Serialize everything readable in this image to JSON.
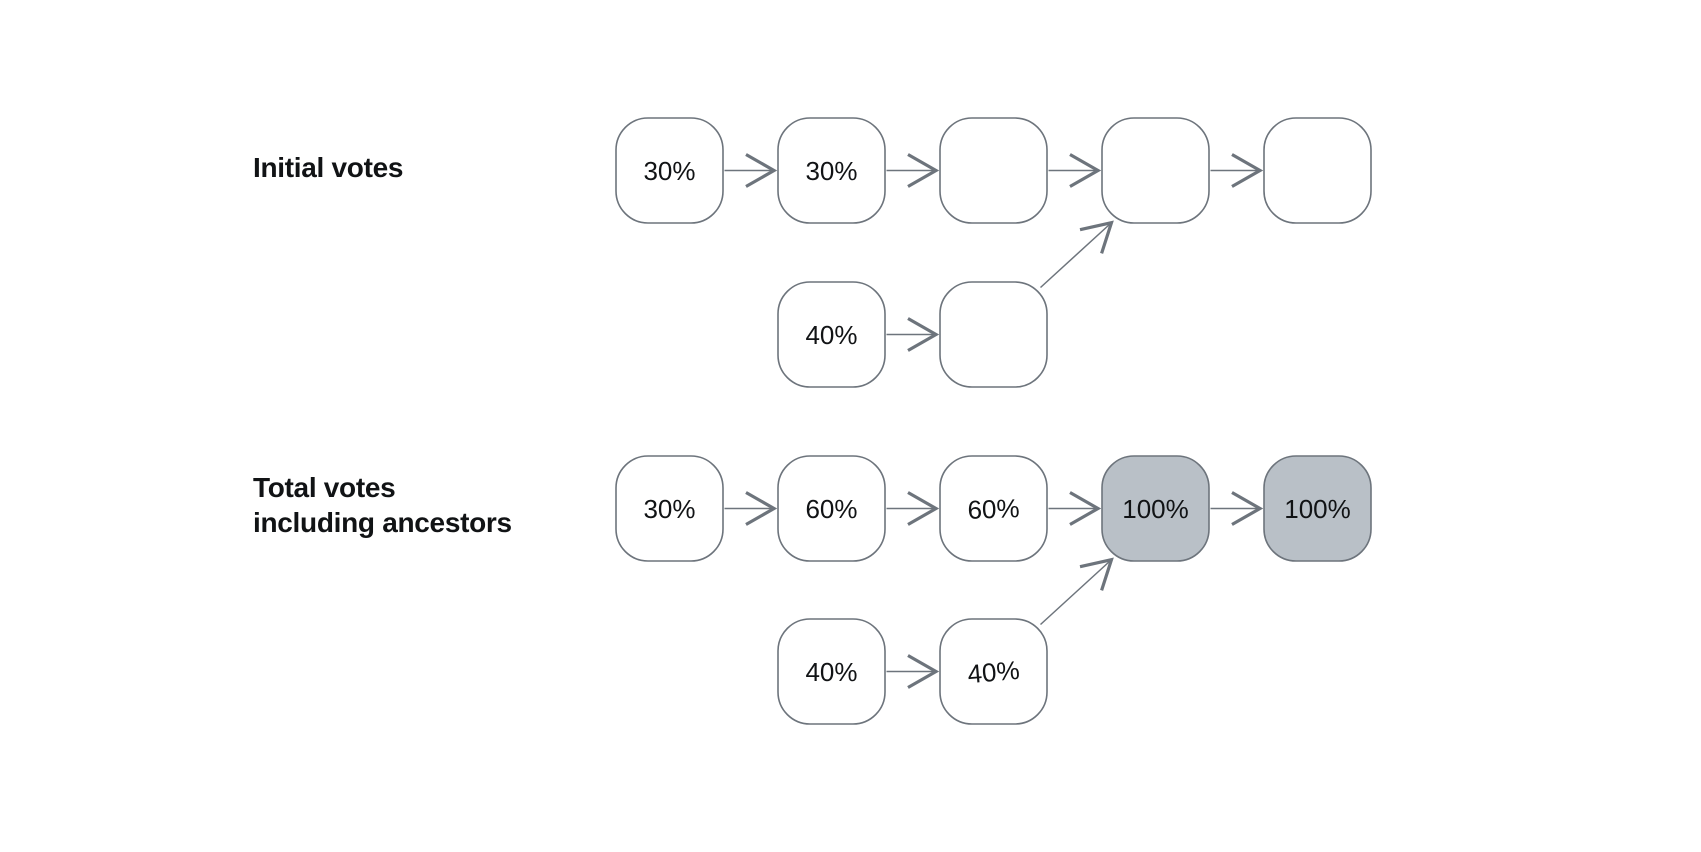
{
  "diagram": {
    "groups": [
      {
        "label_lines": [
          "Initial votes"
        ],
        "main_row": [
          "30%",
          "30%",
          "",
          "",
          ""
        ],
        "branch_row": [
          "40%",
          ""
        ],
        "highlighted_indices": []
      },
      {
        "label_lines": [
          "Total votes",
          "including ancestors"
        ],
        "main_row": [
          "30%",
          "60%",
          "60%",
          "100%",
          "100%"
        ],
        "branch_row": [
          "40%",
          "40%"
        ],
        "highlighted_indices": [
          3,
          4
        ]
      }
    ]
  },
  "colors": {
    "stroke": "#6d747c",
    "box_fill": "#ffffff",
    "highlight_fill": "#b9c0c7",
    "text": "#111315",
    "background": "#ffffff"
  }
}
